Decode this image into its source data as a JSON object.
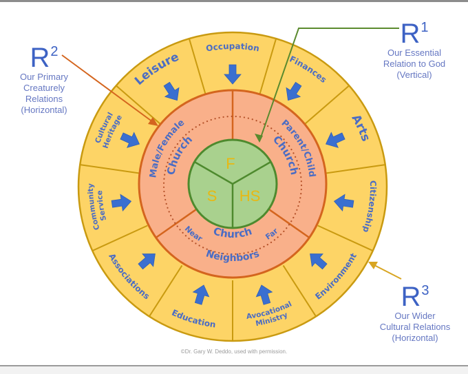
{
  "colors": {
    "outer_fill": "#fdd466",
    "outer_stroke": "#c99a10",
    "middle_fill": "#f9b08a",
    "middle_stroke": "#d4651e",
    "inner_fill": "#a9d18e",
    "inner_stroke": "#4e8a2e",
    "arrow": "#3a6fd0",
    "label_blue": "#4a6cc4",
    "inner_letters": "#e8b812",
    "r1_line": "#5a8a2e",
    "r2_line": "#d4651e",
    "r3_line": "#d8a521"
  },
  "callouts": {
    "r1": {
      "letter": "R",
      "sup": "1",
      "lines": [
        "Our Essential",
        "Relation to God",
        "(Vertical)"
      ]
    },
    "r2": {
      "letter": "R",
      "sup": "2",
      "lines": [
        "Our Primary",
        "Creaturely",
        "Relations",
        "(Horizontal)"
      ]
    },
    "r3": {
      "letter": "R",
      "sup": "3",
      "lines": [
        "Our Wider",
        "Cultural Relations",
        "(Horizontal)"
      ]
    }
  },
  "outer_ring": {
    "segments": [
      {
        "label": [
          "Occupation"
        ]
      },
      {
        "label": [
          "Finances"
        ]
      },
      {
        "label": [
          "Arts"
        ]
      },
      {
        "label": [
          "Citizenship"
        ]
      },
      {
        "label": [
          "Environment"
        ]
      },
      {
        "label": [
          "Avocational",
          "Ministry"
        ]
      },
      {
        "label": [
          "Education"
        ]
      },
      {
        "label": [
          "Associations"
        ]
      },
      {
        "label": [
          "Community",
          "Service"
        ]
      },
      {
        "label": [
          "Cultural",
          "Heritage"
        ]
      },
      {
        "label": [
          "Leisure"
        ]
      }
    ]
  },
  "middle_ring": {
    "segments": [
      {
        "label": "Parent/Child",
        "inner": "Church"
      },
      {
        "label": "Neighbors",
        "inner": "Church",
        "near": "Near",
        "far": "Far"
      },
      {
        "label": "Male/Female",
        "inner": "Church"
      }
    ]
  },
  "inner_circle": {
    "segments": [
      "F",
      "HS",
      "S"
    ]
  },
  "credit": "©Dr. Gary W. Deddo, used with permission."
}
